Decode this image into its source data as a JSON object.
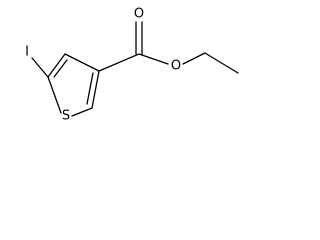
{
  "molecule": {
    "atoms": {
      "iodine": "I",
      "sulfur": "S",
      "carbonyl_oxygen": "O",
      "ester_oxygen": "O"
    }
  },
  "colors": {
    "bond": "#000000",
    "label": "#000000",
    "background": "#ffffff"
  }
}
